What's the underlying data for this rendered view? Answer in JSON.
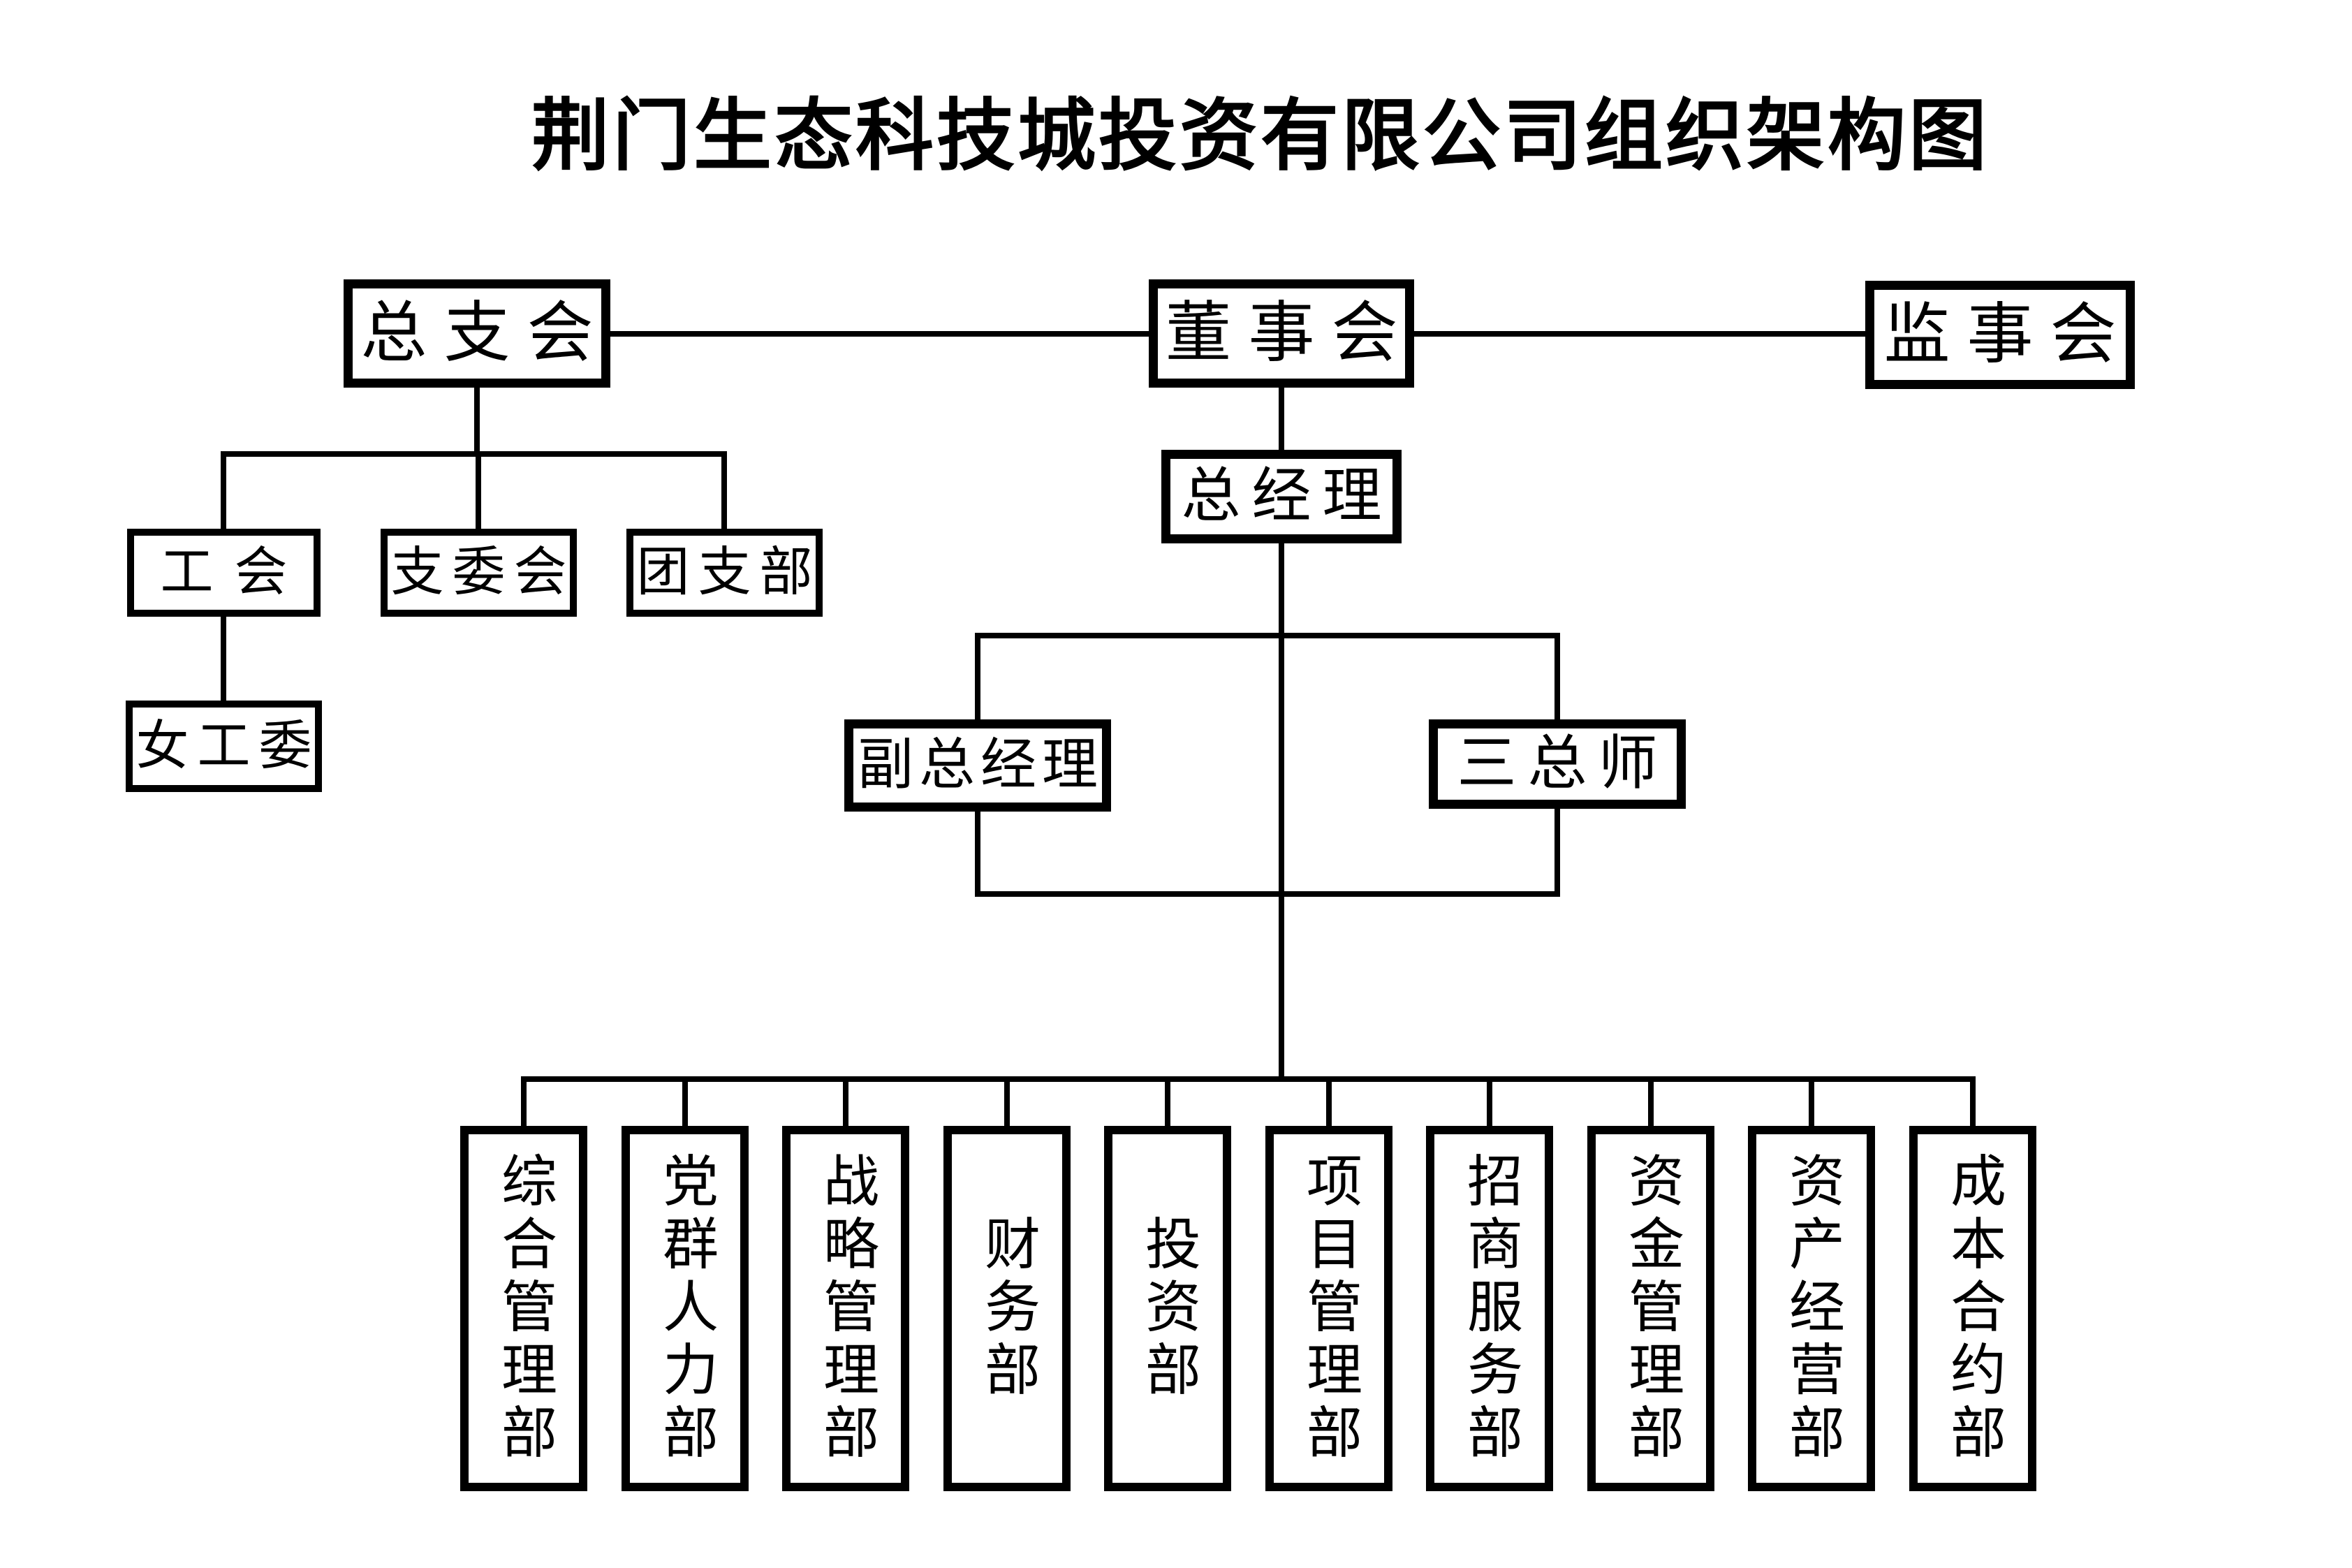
{
  "title": "荆门生态科技城投资有限公司组织架构图",
  "nodes": {
    "zong_zhi_hui": "总支会",
    "dong_shi_hui": "董事会",
    "jian_shi_hui": "监事会",
    "zong_jing_li": "总经理",
    "fu_zong_jing_li": "副总经理",
    "san_zong_shi": "三总师",
    "gong_hui": "工会",
    "zhi_wei_hui": "支委会",
    "tuan_zhi_bu": "团支部",
    "nv_gong_wei": "女工委",
    "departments": [
      "综合管理部",
      "党群人力部",
      "战略管理部",
      "财务部",
      "投资部",
      "项目管理部",
      "招商服务部",
      "资金管理部",
      "资产经营部",
      "成本合约部"
    ]
  },
  "edges": [
    {
      "from": "总支会",
      "to": "董事会"
    },
    {
      "from": "董事会",
      "to": "监事会"
    },
    {
      "from": "总支会",
      "to": "工会"
    },
    {
      "from": "总支会",
      "to": "支委会"
    },
    {
      "from": "总支会",
      "to": "团支部"
    },
    {
      "from": "工会",
      "to": "女工委"
    },
    {
      "from": "董事会",
      "to": "总经理"
    },
    {
      "from": "总经理",
      "to": "副总经理"
    },
    {
      "from": "总经理",
      "to": "三总师"
    },
    {
      "from": "总经理",
      "to": "综合管理部"
    },
    {
      "from": "总经理",
      "to": "党群人力部"
    },
    {
      "from": "总经理",
      "to": "战略管理部"
    },
    {
      "from": "总经理",
      "to": "财务部"
    },
    {
      "from": "总经理",
      "to": "投资部"
    },
    {
      "from": "总经理",
      "to": "项目管理部"
    },
    {
      "from": "总经理",
      "to": "招商服务部"
    },
    {
      "from": "总经理",
      "to": "资金管理部"
    },
    {
      "from": "总经理",
      "to": "资产经营部"
    },
    {
      "from": "总经理",
      "to": "成本合约部"
    }
  ],
  "colors": {
    "line": "#000000",
    "background": "#ffffff",
    "text": "#000000"
  }
}
